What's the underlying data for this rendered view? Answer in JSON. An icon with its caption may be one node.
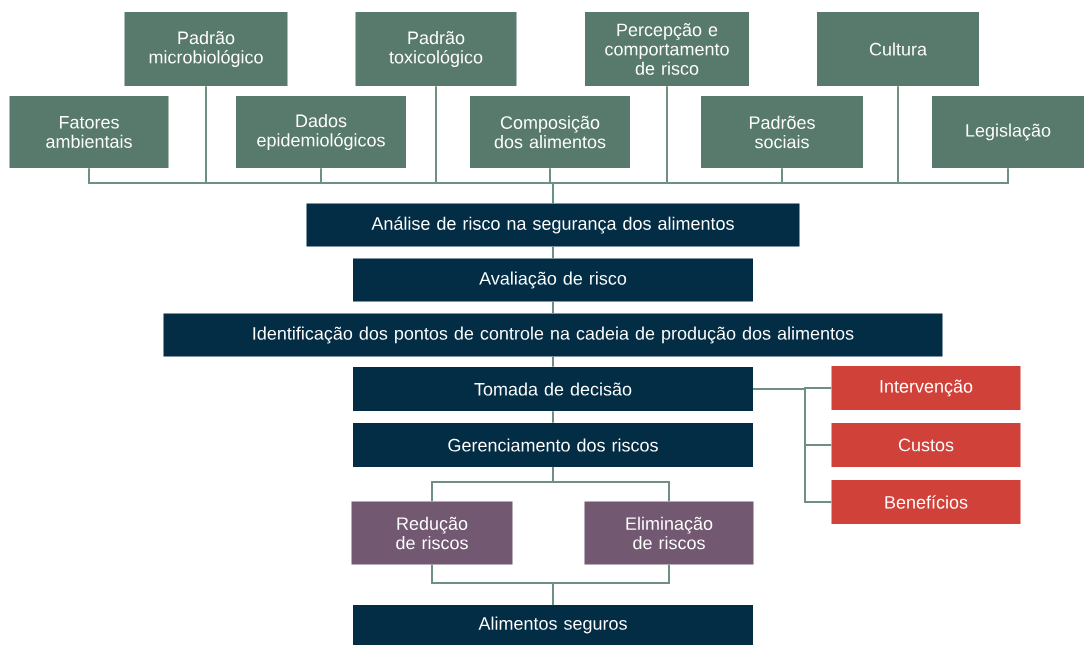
{
  "diagram": {
    "nodes": [
      {
        "text": [
          "Padrão microbiológico"
        ]
      },
      {
        "text": [
          "Padrão toxicológico"
        ]
      },
      {
        "text": [
          "Percepção e comportamento de risco"
        ]
      },
      {
        "text": [
          "Cultura"
        ]
      },
      {
        "text": [
          "Fatores ambientais"
        ]
      },
      {
        "text": [
          "Dados epidemiológicos"
        ]
      },
      {
        "text": [
          "Composição dos alimentos"
        ]
      },
      {
        "text": [
          "Padrões sociais"
        ]
      },
      {
        "text": [
          "Legislação"
        ]
      },
      {
        "text": [
          "Análise de risco na segurança dos alimentos"
        ]
      },
      {
        "text": [
          "Avaliação de risco"
        ]
      },
      {
        "text": [
          "Identificação dos pontos de controle na cadeia de produção dos alimentos"
        ]
      },
      {
        "text": [
          "Tomada de decisão"
        ]
      },
      {
        "text": [
          "Gerenciamento dos riscos"
        ]
      },
      {
        "text": [
          "Intervenção"
        ]
      },
      {
        "text": [
          "Custos"
        ]
      },
      {
        "text": [
          "Benefícios"
        ]
      },
      {
        "text": [
          "Redução de riscos"
        ]
      },
      {
        "text": [
          "Eliminação de riscos"
        ]
      },
      {
        "text": [
          "Alimentos seguros"
        ]
      }
    ],
    "edges": [
      {
        "from": 4,
        "to": 9,
        "arrow": "none"
      },
      {
        "from": 0,
        "to": 9,
        "arrow": "none"
      },
      {
        "from": 5,
        "to": 9,
        "arrow": "none"
      },
      {
        "from": 1,
        "to": 9,
        "arrow": "none"
      },
      {
        "from": 6,
        "to": 9,
        "arrow": "none"
      },
      {
        "from": 2,
        "to": 9,
        "arrow": "none"
      },
      {
        "from": 7,
        "to": 9,
        "arrow": "none"
      },
      {
        "from": 3,
        "to": 9,
        "arrow": "none"
      },
      {
        "from": 8,
        "to": 9,
        "arrow": "none"
      },
      {
        "from": 9,
        "to": 10,
        "arrow": "none"
      },
      {
        "from": 10,
        "to": 11,
        "arrow": "none"
      },
      {
        "from": 11,
        "to": 12,
        "arrow": "none"
      },
      {
        "from": 12,
        "to": 13,
        "arrow": "none"
      },
      {
        "from": 12,
        "to": 14,
        "arrow": "none"
      },
      {
        "from": 12,
        "to": 15,
        "arrow": "none"
      },
      {
        "from": 12,
        "to": 16,
        "arrow": "none"
      },
      {
        "from": 13,
        "to": 17,
        "arrow": "none"
      },
      {
        "from": 13,
        "to": 18,
        "arrow": "none"
      },
      {
        "from": 17,
        "to": 19,
        "arrow": "none"
      },
      {
        "from": 18,
        "to": 19,
        "arrow": "none"
      }
    ]
  }
}
